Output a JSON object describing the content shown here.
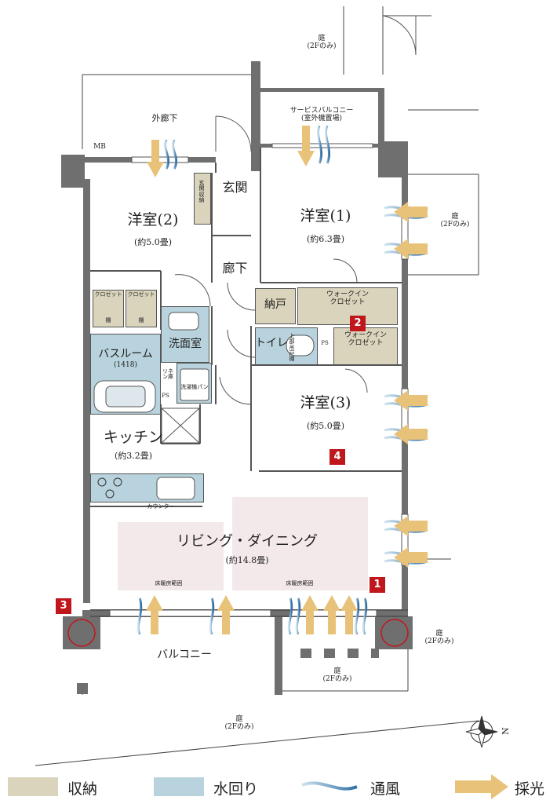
{
  "outside": {
    "yard_top": "庭",
    "yard_top_sub": "(2Fのみ)",
    "corridor": "外廊下",
    "service_balcony": "サービスバルコニー",
    "service_balcony_sub": "(室外機置場)",
    "mb": "MB",
    "yard_right_top": "庭",
    "yard_right_top_sub": "(2Fのみ)",
    "yard_right_bottom": "庭",
    "yard_right_bottom_sub": "(2Fのみ)",
    "yard_mid": "庭",
    "yard_mid_sub": "(2Fのみ)",
    "yard_bottom": "庭",
    "yard_bottom_sub": "(2Fのみ)",
    "balcony": "バルコニー",
    "compass_n": "N"
  },
  "rooms": {
    "western2": "洋室(2)",
    "western2_size": "(約5.0畳)",
    "entrance": "玄関",
    "entrance_storage": "玄関収納",
    "western1": "洋室(1)",
    "western1_size": "(約6.3畳)",
    "hallway": "廊下",
    "closet_a": "クロゼット",
    "closet_b": "クロゼット",
    "shelf_a": "棚",
    "shelf_b": "棚",
    "storeroom": "納戸",
    "walkin1": "ウォークイン\nクロゼット",
    "washroom": "洗面室",
    "bathroom": "バスルーム",
    "bathroom_size": "(1418)",
    "linen": "リネン庫",
    "washer_pan": "洗濯機パン",
    "ps1": "PS",
    "toilet": "トイレ",
    "toilet_shelf": "上部吊戸棚",
    "ps2": "PS",
    "walkin2": "ウォークイン\nクロゼット",
    "western3": "洋室(3)",
    "western3_size": "(約5.0畳)",
    "kitchen": "キッチン",
    "kitchen_size": "(約3.2畳)",
    "counter": "カウンター",
    "living": "リビング・ダイニング",
    "living_size": "(約14.8畳)",
    "floor_heat_a": "床暖房範囲",
    "floor_heat_b": "床暖房範囲"
  },
  "markers": [
    "1",
    "2",
    "3",
    "4"
  ],
  "legend": {
    "storage": "収納",
    "water": "水回り",
    "wind": "通風",
    "light": "採光"
  },
  "colors": {
    "storage": "#d9d4bb",
    "water": "#b8d3dd",
    "wind": "#3f7fb0",
    "light": "#e9c27a",
    "marker": "#c0171c",
    "floor_heat": "#f4e9ea"
  }
}
